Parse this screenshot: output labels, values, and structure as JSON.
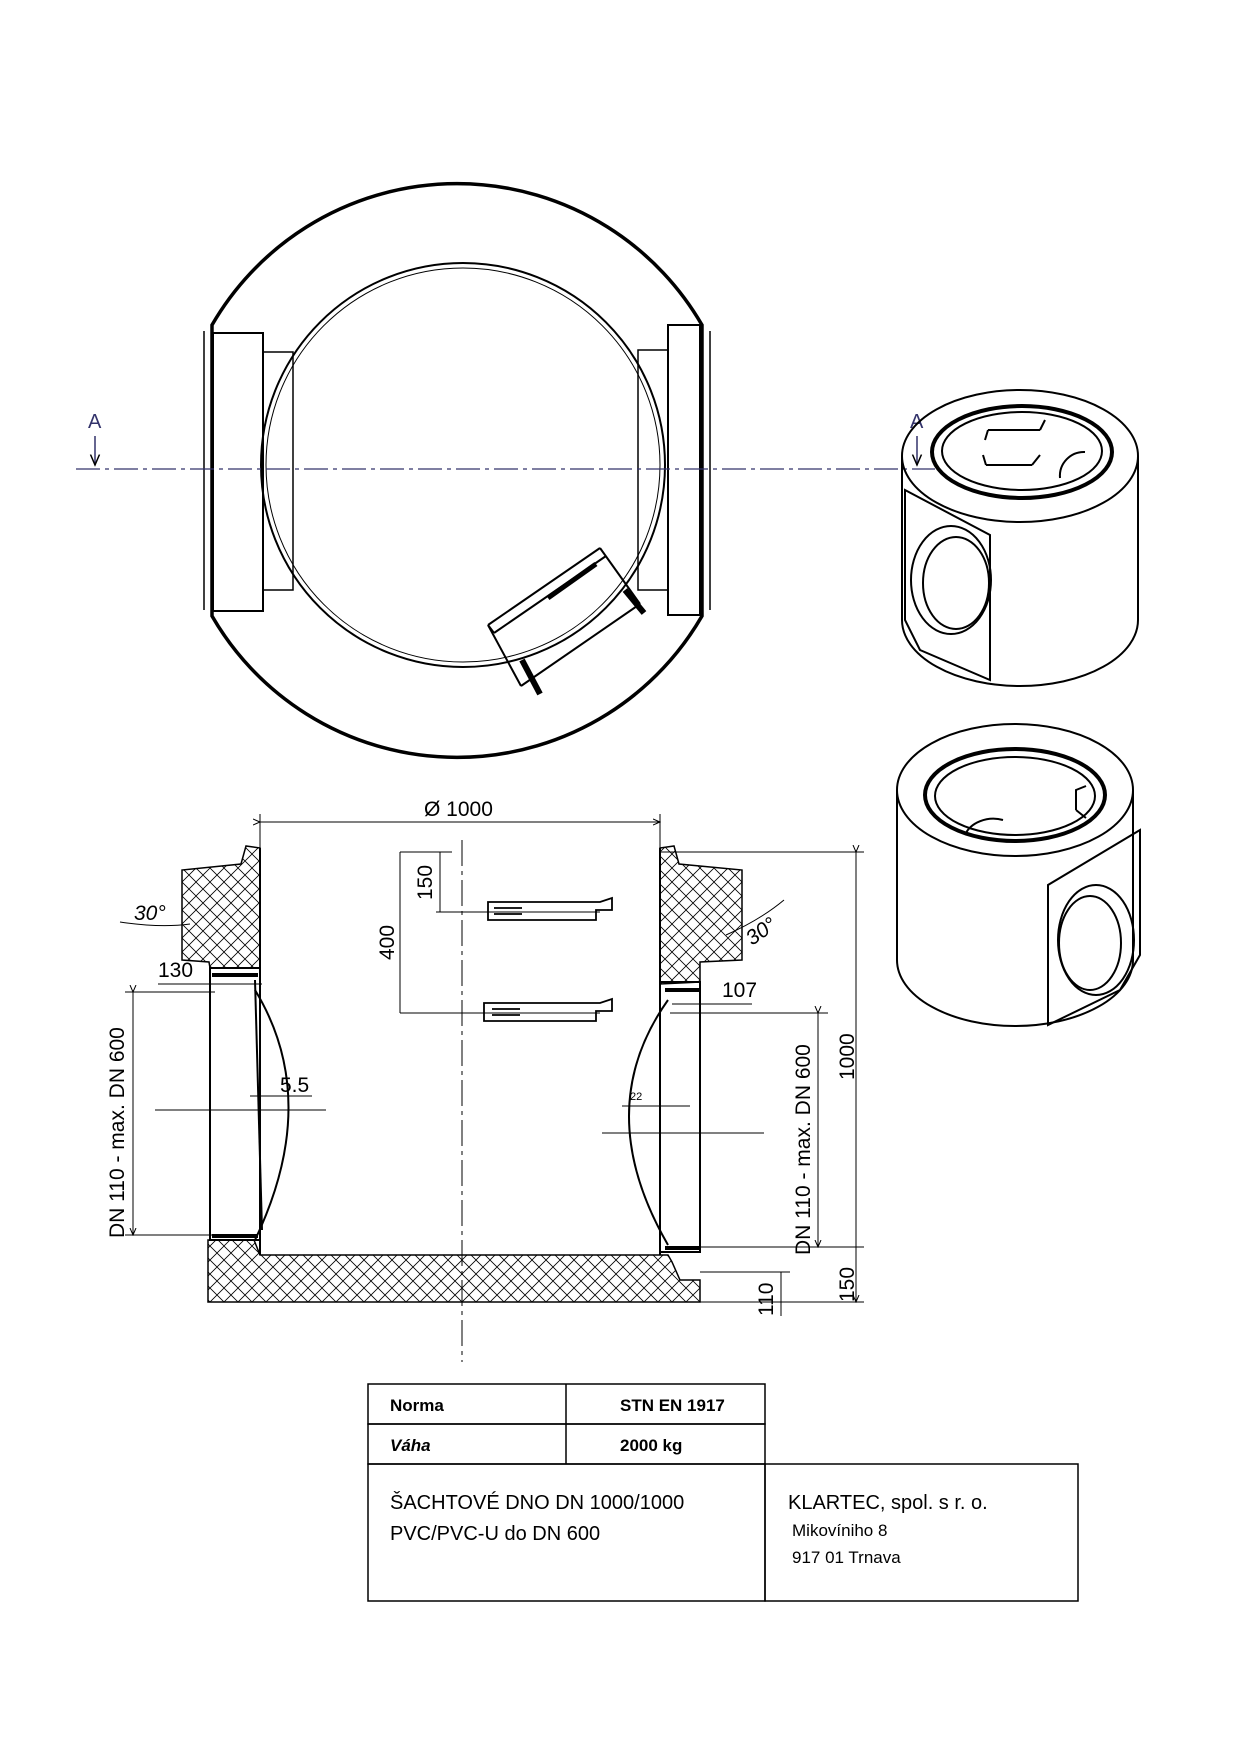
{
  "section_marks": {
    "left": "A",
    "right": "A"
  },
  "dimensions": {
    "diameter": "Ø 1000",
    "top_offset": "150",
    "step_spacing": "400",
    "angle_left": "30°",
    "angle_right": "30°",
    "wall_left": "130",
    "wall_right": "107",
    "pipe_left": "DN 110 - max. DN 600",
    "pipe_right": "DN 110 - max. DN 600",
    "gap_left": "5.5",
    "gap_right": "22",
    "height": "1000",
    "bottom_thickness": "150",
    "bottom_pipe": "110"
  },
  "title_block": {
    "norm_label": "Norma",
    "norm_value": "STN EN 1917",
    "weight_label": "Váha",
    "weight_value": "2000 kg",
    "product_line1": "ŠACHTOVÉ DNO DN 1000/1000",
    "product_line2": "PVC/PVC-U do DN 600",
    "company": "KLARTEC, spol. s r. o.",
    "address_line1": "Mikovíniho 8",
    "address_line2": "917 01 Trnava"
  },
  "colors": {
    "line": "#000000",
    "section_line": "#33336b"
  }
}
